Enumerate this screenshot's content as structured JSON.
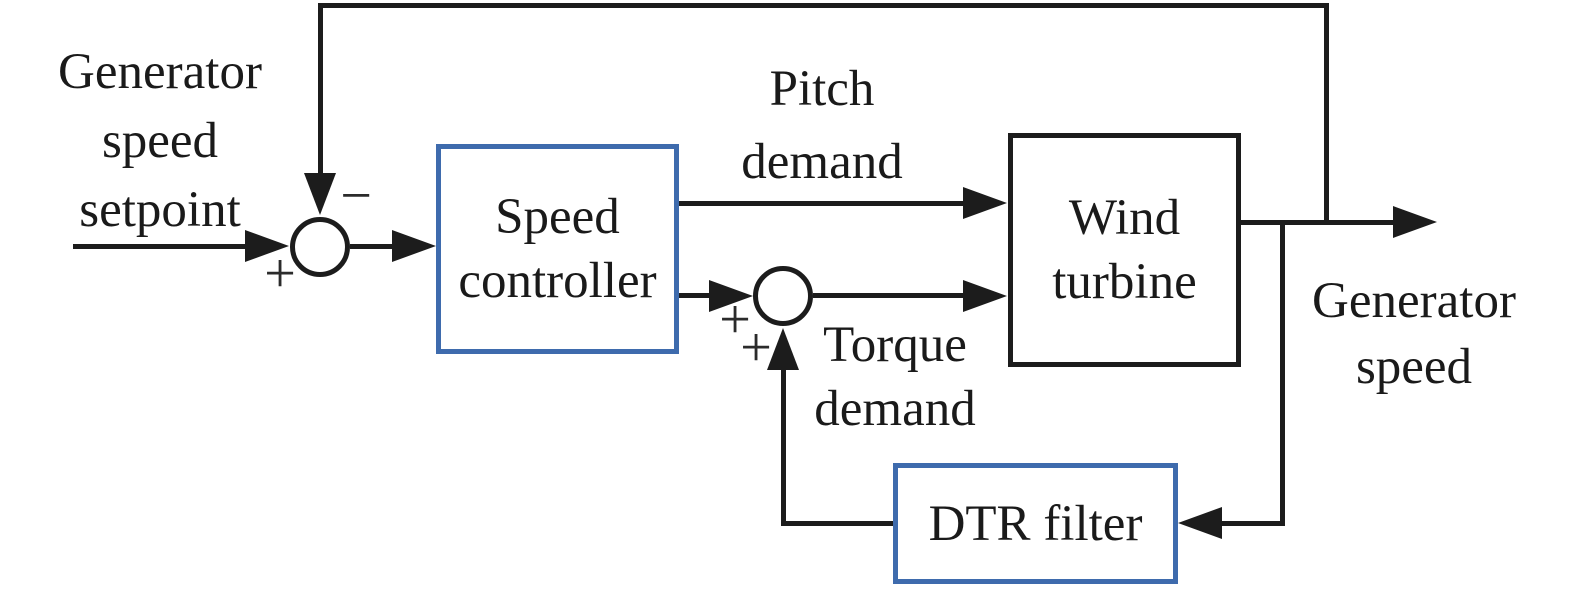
{
  "diagram": {
    "labels": {
      "setpoint": {
        "lines": [
          "Generator",
          "speed",
          "setpoint"
        ]
      },
      "pitch": {
        "lines": [
          "Pitch",
          "demand"
        ]
      },
      "torque": {
        "lines": [
          "Torque",
          "demand"
        ]
      },
      "gen_speed": {
        "lines": [
          "Generator",
          "speed"
        ]
      }
    },
    "blocks": {
      "speed_controller": {
        "lines": [
          "Speed",
          "controller"
        ]
      },
      "wind_turbine": {
        "lines": [
          "Wind",
          "turbine"
        ]
      },
      "dtr_filter": {
        "label": "DTR filter"
      }
    },
    "signs": {
      "sum1_plus": "+",
      "sum1_minus": "−",
      "sum2_plus_left": "+",
      "sum2_plus_bottom": "+"
    },
    "colors": {
      "line": "#1c1c1c",
      "block_border_blue": "#3e6bad",
      "block_border_black": "#1c1c1c",
      "text": "#1a1a1a"
    }
  }
}
